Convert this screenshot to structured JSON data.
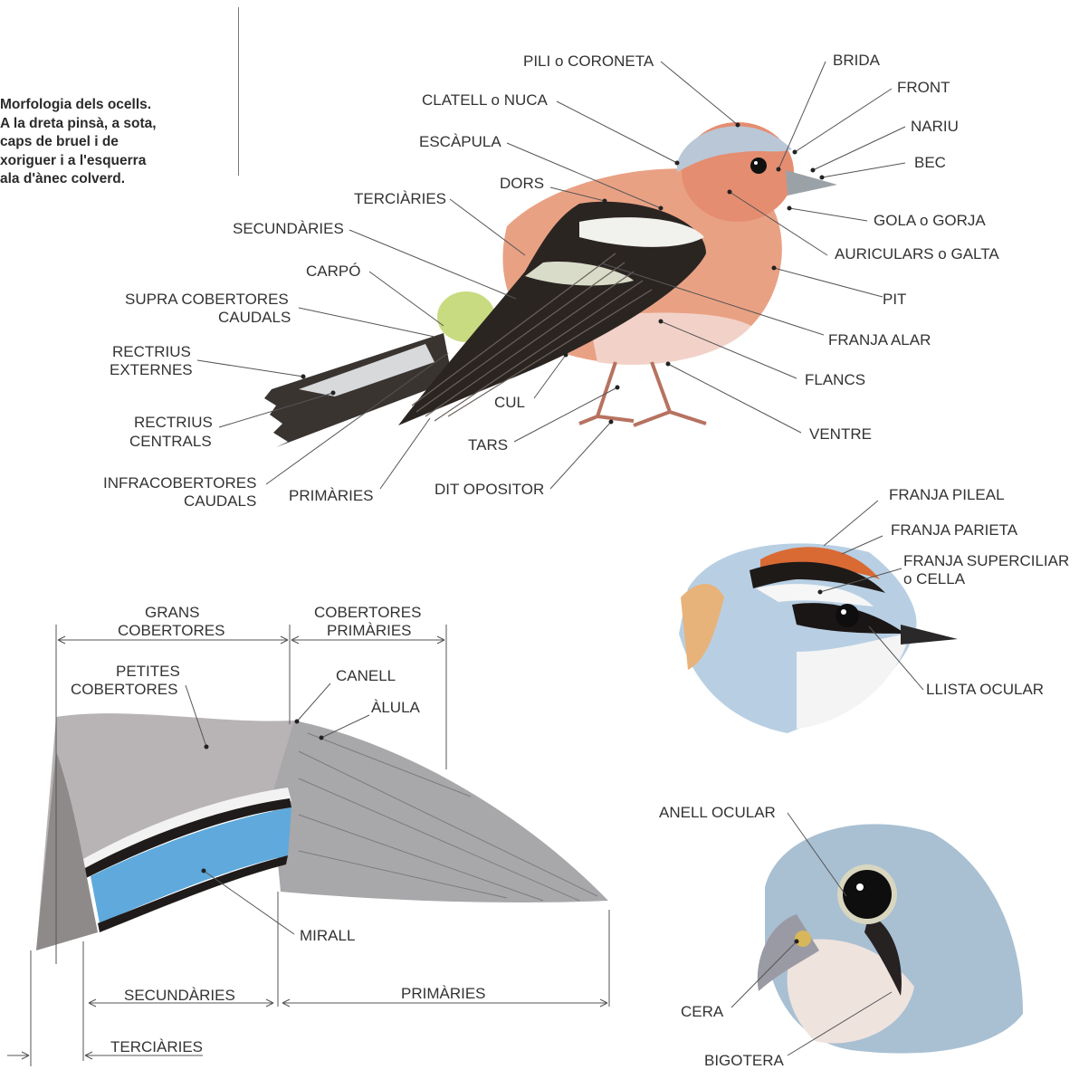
{
  "caption": {
    "lines": [
      "Morfologia dels ocells.",
      "A la dreta pinsà, a sota,",
      "caps de bruel i de",
      "xoriguer i a l'esquerra",
      "ala d'ànec colverd."
    ]
  },
  "chaffinch": {
    "labels": {
      "pili": "PILI o CORONETA",
      "brida": "BRIDA",
      "front": "FRONT",
      "clatell": "CLATELL o NUCA",
      "nariu": "NARIU",
      "escapula": "ESCÀPULA",
      "bec": "BEC",
      "dors": "DORS",
      "terciaries": "TERCIÀRIES",
      "gola": "GOLA o GORJA",
      "secundaries": "SECUNDÀRIES",
      "auriculars": "AURICULARS o GALTA",
      "carpo": "CARPÓ",
      "supra1": "SUPRA COBERTORES",
      "supra2": "CAUDALS",
      "pit": "PIT",
      "rext1": "RECTRIUS",
      "rext2": "EXTERNES",
      "franja_alar": "FRANJA ALAR",
      "flancs": "FLANCS",
      "cul": "CUL",
      "rcen1": "RECTRIUS",
      "rcen2": "CENTRALS",
      "tars": "TARS",
      "ventre": "VENTRE",
      "infra1": "INFRACOBERTORES",
      "infra2": "CAUDALS",
      "primaries": "PRIMÀRIES",
      "dit": "DIT OPOSITOR"
    }
  },
  "duck_wing": {
    "labels": {
      "grans1": "GRANS",
      "grans2": "COBERTORES",
      "cobprim1": "COBERTORES",
      "cobprim2": "PRIMÀRIES",
      "petites1": "PETITES",
      "petites2": "COBERTORES",
      "canell": "CANELL",
      "alula": "ÀLULA",
      "mirall": "MIRALL",
      "secundaries": "SECUNDÀRIES",
      "primaries": "PRIMÀRIES",
      "terciaries": "TERCIÀRIES"
    }
  },
  "warbler_head": {
    "labels": {
      "pileal": "FRANJA PILEAL",
      "parieta": "FRANJA PARIETA",
      "super1": "FRANJA SUPERCILIAR",
      "super2": "o CELLA",
      "ocular": "LLISTA OCULAR"
    }
  },
  "kestrel_head": {
    "labels": {
      "anell": "ANELL OCULAR",
      "cera": "CERA",
      "bigotera": "BIGOTERA"
    }
  },
  "colors": {
    "breast_orange": "#e9987a",
    "crown_blue": "#b9c7d6",
    "wing_black": "#2b2522",
    "rump_green": "#c9db80",
    "speculum_blue": "#5fa9dc",
    "crown_rufous": "#d96a34",
    "kestrel_blue": "#a9c0d3"
  }
}
